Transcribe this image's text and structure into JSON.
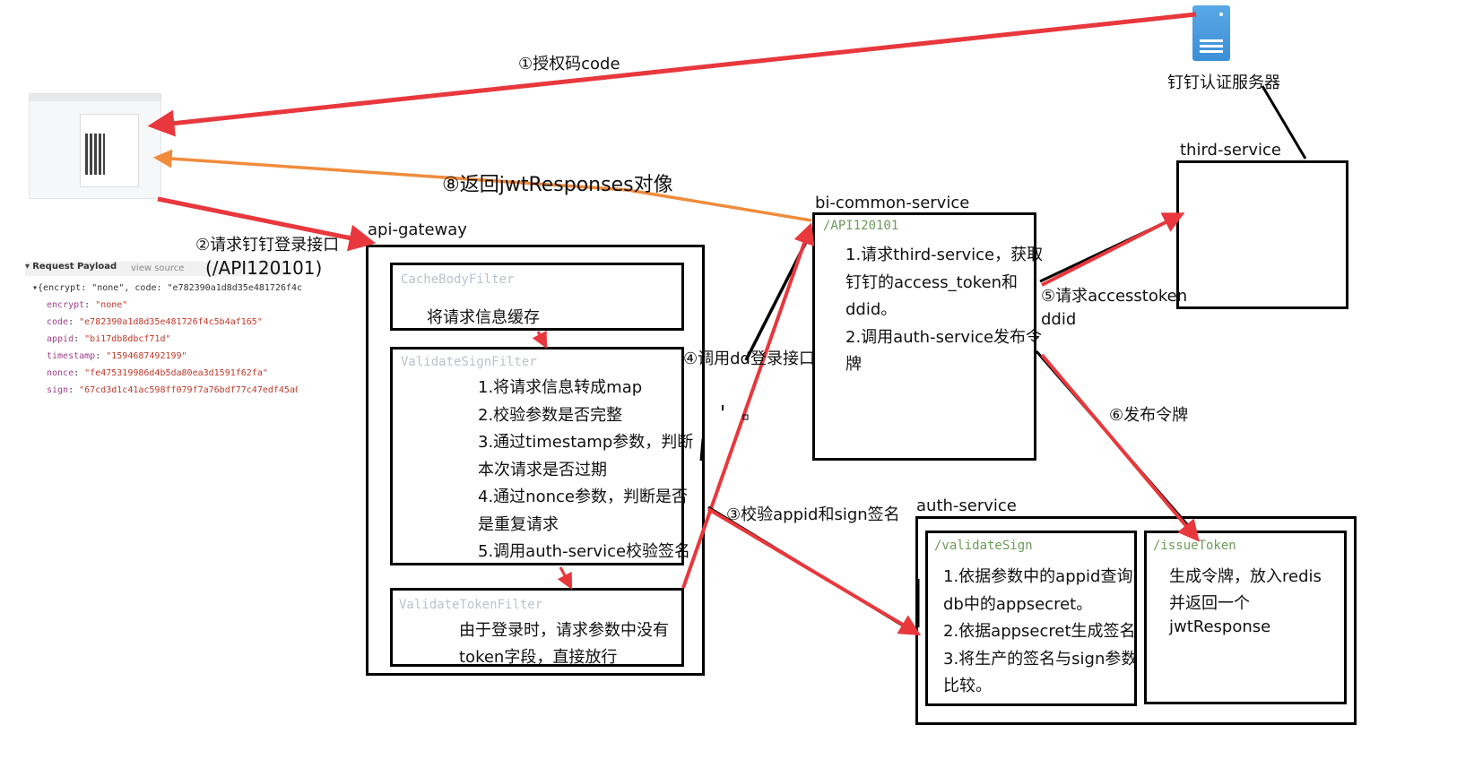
{
  "server": {
    "label": "钉钉认证服务器"
  },
  "arrows": {
    "a1": "①授权码code",
    "a2": "②请求钉钉登录接口",
    "a2_path": "(/API120101)",
    "a3": "③校验appid和sign签名",
    "a4": "④调用dd登录接口",
    "a5_1": "⑤请求accesstoken",
    "a5_2": "ddid",
    "a6": "⑥发布令牌",
    "a8": "⑧返回jwtResponses对像"
  },
  "payload": {
    "header": "Request Payload",
    "view_source": "view source",
    "summary": "{encrypt: \"none\", code: \"e782390a1d8d35e481726f4c",
    "fields": [
      {
        "key": "encrypt",
        "value": "\"none\""
      },
      {
        "key": "code",
        "value": "\"e782390a1d8d35e481726f4c5b4af165\""
      },
      {
        "key": "appid",
        "value": "\"bi17db8dbcf71d\""
      },
      {
        "key": "timestamp",
        "value": "\"1594687492199\""
      },
      {
        "key": "nonce",
        "value": "\"fe475319986d4b5da80ea3d1591f62fa\""
      },
      {
        "key": "sign",
        "value": "\"67cd3d1c41ac598ff079f7a76bdf77c47edf45a0"
      }
    ]
  },
  "gateway": {
    "title": "api-gateway",
    "cache": {
      "name": "CacheBodyFilter",
      "text": "将请求信息缓存"
    },
    "validate_sign": {
      "name": "ValidateSignFilter",
      "lines": [
        "1.将请求信息转成map",
        "2.校验参数是否完整",
        "3.通过timestamp参数，判断",
        "本次请求是否过期",
        "4.通过nonce参数，判断是否",
        "是重复请求",
        "5.调用auth-service校验签名"
      ]
    },
    "validate_token": {
      "name": "ValidateTokenFilter",
      "lines": [
        "由于登录时，请求参数中没有",
        "token字段，直接放行"
      ]
    }
  },
  "common": {
    "title": "bi-common-service",
    "api": "/API120101",
    "lines": [
      "1.请求third-service，获取",
      "钉钉的access_token和",
      "ddid。",
      "2.调用auth-service发布令",
      "牌"
    ]
  },
  "third": {
    "title": "third-service"
  },
  "auth": {
    "title": "auth-service",
    "validate": {
      "api": "/validateSign",
      "lines": [
        "1.依据参数中的appid查询",
        "db中的appsecret。",
        "2.依据appsecret生成签名",
        "3.将生产的签名与sign参数",
        "比较。"
      ]
    },
    "issue": {
      "api": "/issueToken",
      "lines": [
        "生成令牌，放入redis",
        "并返回一个",
        "jwtResponse"
      ]
    }
  },
  "colors": {
    "red": "#e8383d",
    "orange": "#f08c3c",
    "black": "#000000"
  }
}
